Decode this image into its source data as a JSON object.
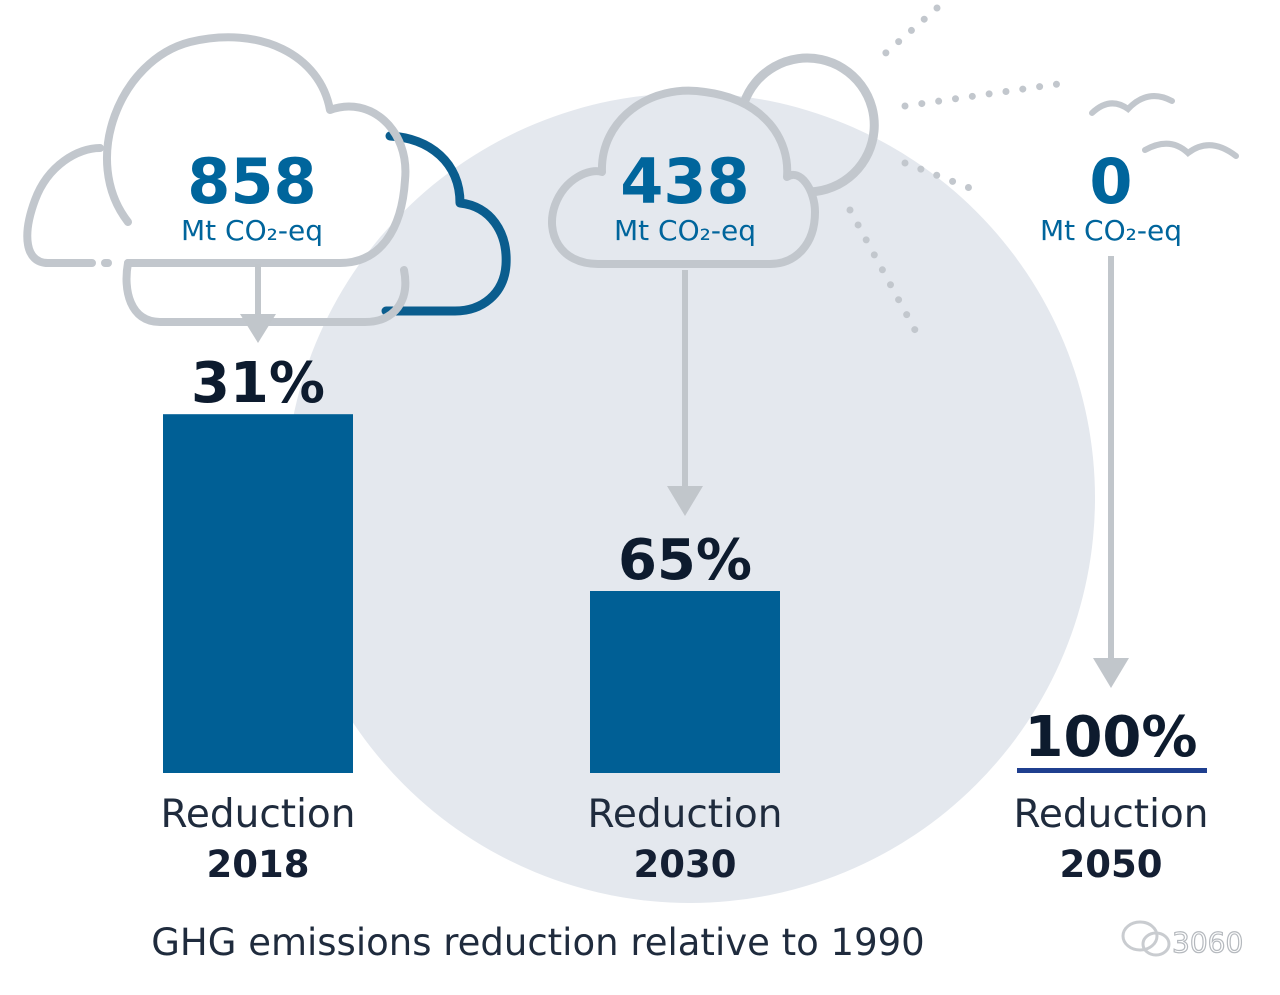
{
  "chart_data": {
    "type": "bar",
    "title": "GHG emissions reduction relative to 1990",
    "categories": [
      "2018",
      "2030",
      "2050"
    ],
    "category_label": "Reduction",
    "values": [
      31,
      65,
      100
    ],
    "value_labels": [
      "31%",
      "65%",
      "100%"
    ],
    "ylim": [
      0,
      100
    ],
    "emissions": {
      "values": [
        858,
        438,
        0
      ],
      "unit": "Mt CO₂-eq"
    },
    "grid": false,
    "legend": "none"
  },
  "watermark": "3060",
  "colors": {
    "bar": "#005f95",
    "emission_value": "#00659c",
    "percent": "#0d1b2e",
    "cloud_outline": "#c2c7cd",
    "cloud_accent": "#0a5d8e",
    "circle": "#e4e8ee",
    "arrow": "#c1c6cb",
    "baseline": "#1f3f8f",
    "text": "#1f2b3d"
  },
  "icons": [
    "cloud-icon",
    "sun-icon",
    "sun-ray-icon",
    "bird-icon",
    "arrow-down-icon",
    "chat-bubble-icon"
  ]
}
